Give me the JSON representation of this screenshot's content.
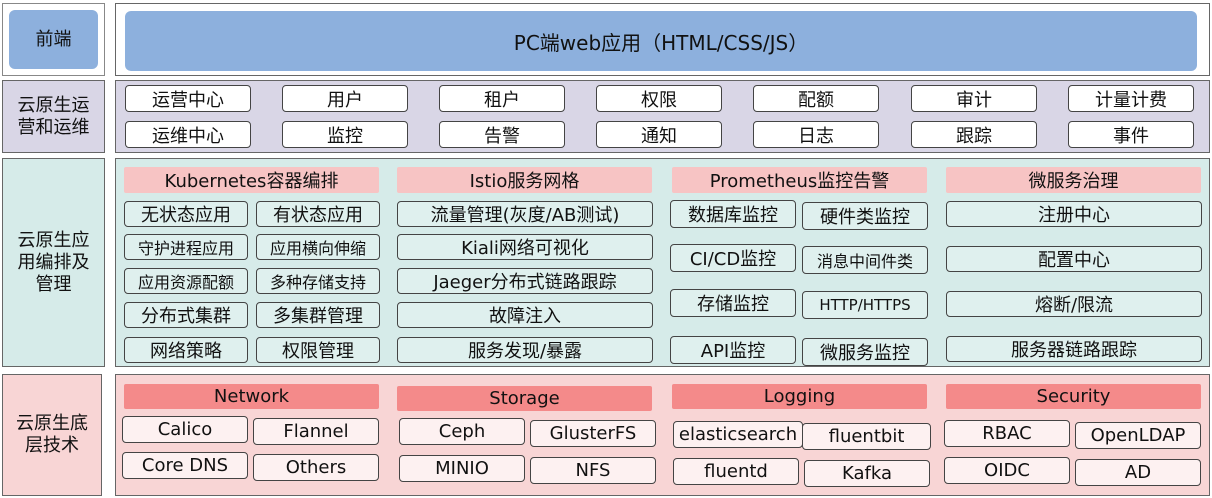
{
  "colors": {
    "frontend_label_bg": "#8db0dd",
    "frontend_bar_bg": "#8db0dd",
    "ops_lane_bg": "#d9d6e6",
    "app_lane_bg": "#d6ebe9",
    "base_lane_bg": "#f8d5d5",
    "app_header_bg": "#f7c4c4",
    "base_header_bg": "#f48a8a",
    "box_white": "#ffffff",
    "app_box_bg": "#dff0ee",
    "base_box_bg": "#fdf1f1"
  },
  "frontend": {
    "label": "前端",
    "bar": "PC端web应用（HTML/CSS/JS）"
  },
  "ops": {
    "label_line1": "云原生运",
    "label_line2": "营和运维",
    "row1": [
      "运营中心",
      "用户",
      "租户",
      "权限",
      "配额",
      "审计",
      "计量计费"
    ],
    "row2": [
      "运维中心",
      "监控",
      "告警",
      "通知",
      "日志",
      "跟踪",
      "事件"
    ]
  },
  "app": {
    "label_line1": "云原生应",
    "label_line2": "用编排及",
    "label_line3": "管理",
    "k8s": {
      "header": "Kubernetes容器编排",
      "left": [
        "无状态应用",
        "守护进程应用",
        "应用资源配额",
        "分布式集群",
        "网络策略"
      ],
      "right": [
        "有状态应用",
        "应用横向伸缩",
        "多种存储支持",
        "多集群管理",
        "权限管理"
      ]
    },
    "istio": {
      "header": "Istio服务网格",
      "items": [
        "流量管理(灰度/AB测试)",
        "Kiali网络可视化",
        "Jaeger分布式链路跟踪",
        "故障注入",
        "服务发现/暴露"
      ]
    },
    "prometheus": {
      "header": "Prometheus监控告警",
      "left": [
        "数据库监控",
        "CI/CD监控",
        "存储监控",
        "API监控"
      ],
      "right": [
        "硬件类监控",
        "消息中间件类",
        "HTTP/HTTPS",
        "微服务监控"
      ]
    },
    "micro": {
      "header": "微服务治理",
      "items": [
        "注册中心",
        "配置中心",
        "熔断/限流",
        "服务器链路跟踪"
      ]
    }
  },
  "base": {
    "label_line1": "云原生底",
    "label_line2": "层技术",
    "network": {
      "header": "Network",
      "items": [
        "Calico",
        "Flannel",
        "Core DNS",
        "Others"
      ]
    },
    "storage": {
      "header": "Storage",
      "items": [
        "Ceph",
        "GlusterFS",
        "MINIO",
        "NFS"
      ]
    },
    "logging": {
      "header": "Logging",
      "items": [
        "elasticsearch",
        "fluentbit",
        "fluentd",
        "Kafka"
      ]
    },
    "security": {
      "header": "Security",
      "items": [
        "RBAC",
        "OpenLDAP",
        "OIDC",
        "AD"
      ]
    }
  }
}
